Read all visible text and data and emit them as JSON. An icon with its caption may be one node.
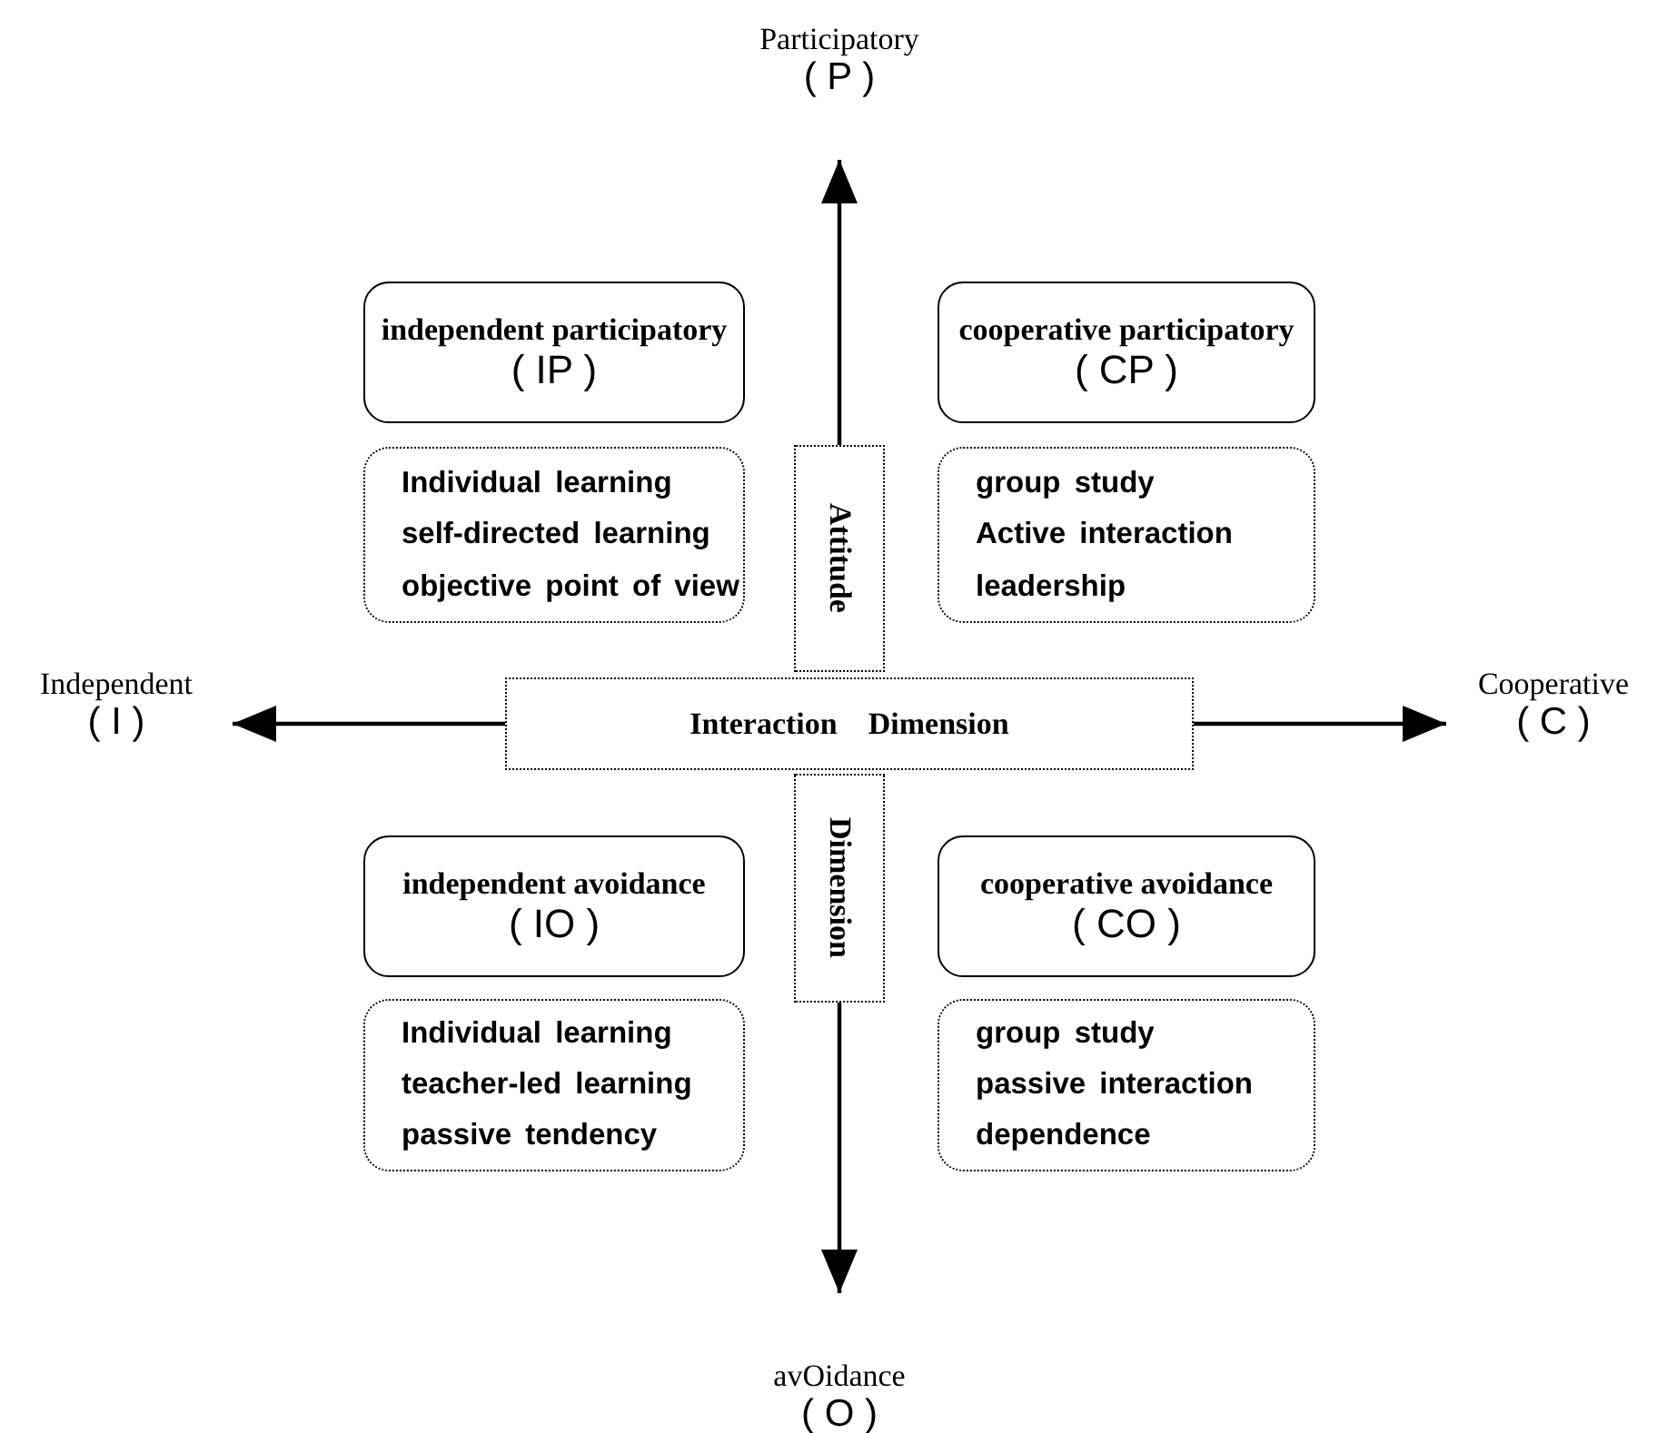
{
  "diagram": {
    "nodes": [
      {
        "text": [
          "Participatory",
          "( P )"
        ]
      },
      {
        "text": [
          "Independent",
          "( I )"
        ]
      },
      {
        "text": [
          "Cooperative",
          "( C )"
        ]
      },
      {
        "text": [
          "avOidance",
          "( O )"
        ]
      },
      {
        "text": [
          "Interaction　Dimension"
        ]
      },
      {
        "text": [
          "Attitude"
        ]
      },
      {
        "text": [
          "Dimension"
        ]
      },
      {
        "text": [
          "independent participatory",
          "( IP )"
        ]
      },
      {
        "text": [
          "Individual learning",
          "self-directed learning",
          "objective point of view"
        ]
      },
      {
        "text": [
          "cooperative participatory",
          "( CP )"
        ]
      },
      {
        "text": [
          "group study",
          "Active interaction",
          "leadership"
        ]
      },
      {
        "text": [
          "independent avoidance",
          "( IO )"
        ]
      },
      {
        "text": [
          "Individual learning",
          "teacher-led learning",
          "passive tendency"
        ]
      },
      {
        "text": [
          "cooperative avoidance",
          "( CO )"
        ]
      },
      {
        "text": [
          "group study",
          "passive interaction",
          "dependence"
        ]
      }
    ],
    "edges": [
      {
        "from": 5,
        "to": 0,
        "arrow": "to"
      },
      {
        "from": 4,
        "to": 1,
        "arrow": "to"
      },
      {
        "from": 4,
        "to": 2,
        "arrow": "to"
      },
      {
        "from": 6,
        "to": 3,
        "arrow": "to"
      }
    ]
  }
}
